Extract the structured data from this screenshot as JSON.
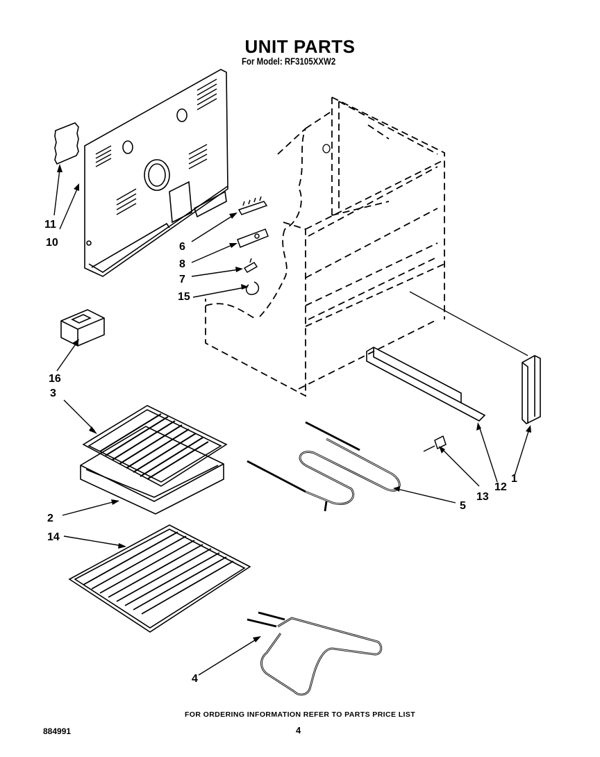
{
  "header": {
    "title": "UNIT PARTS",
    "model_line": "For Model: RF3105XXW2"
  },
  "callouts": [
    "1",
    "2",
    "3",
    "4",
    "5",
    "6",
    "7",
    "8",
    "10",
    "11",
    "12",
    "13",
    "14",
    "15",
    "16"
  ],
  "footer": {
    "ordering_note": "FOR ORDERING INFORMATION REFER TO PARTS PRICE LIST",
    "document_number": "884991",
    "page_number": "4"
  }
}
